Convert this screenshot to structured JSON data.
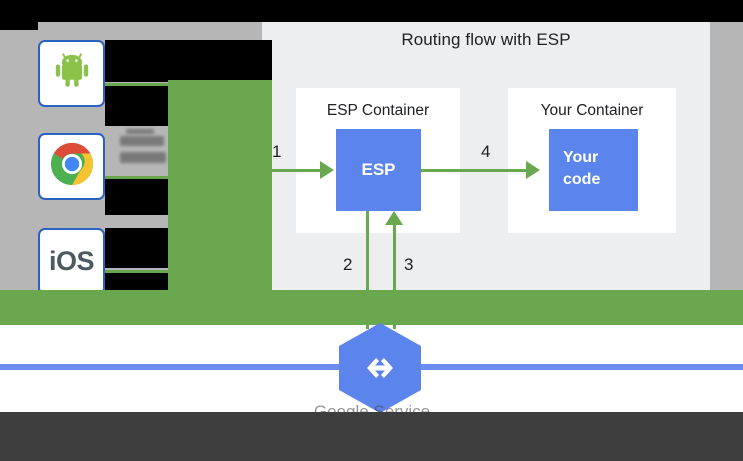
{
  "diagram": {
    "title": "Routing flow with ESP",
    "containers": [
      {
        "name": "esp-container",
        "label": "ESP Container",
        "box_label": "ESP"
      },
      {
        "name": "your-container",
        "label": "Your Container",
        "box_label_line1": "Your",
        "box_label_line2": "code"
      }
    ],
    "flow_steps": [
      {
        "number": "1",
        "direction": "right",
        "desc": "client request into ESP"
      },
      {
        "number": "2",
        "direction": "down",
        "desc": "ESP to Google Service"
      },
      {
        "number": "3",
        "direction": "up",
        "desc": "Google Service back to ESP"
      },
      {
        "number": "4",
        "direction": "right",
        "desc": "ESP to your code"
      }
    ]
  },
  "clients": [
    {
      "name": "android",
      "icon": "android-icon",
      "label": ""
    },
    {
      "name": "chrome",
      "icon": "chrome-icon",
      "label": ""
    },
    {
      "name": "ios",
      "icon": "ios-icon",
      "label": "iOS"
    }
  ],
  "service_logo": {
    "icon": "google-service-hexagon-icon",
    "glyph": "<->",
    "caption": "Google Service"
  },
  "colors": {
    "blue_box": "#5b84ec",
    "green_arrow": "#6aa84f",
    "panel_bg": "#eceef0",
    "card_bg": "#ffffff",
    "tile_border": "#2a62c4",
    "gray_surround": "#b6b6b6",
    "blue_rule": "#6a8ef0",
    "occlusion_black": "#000000",
    "occlusion_dark": "#3e3e3e"
  }
}
